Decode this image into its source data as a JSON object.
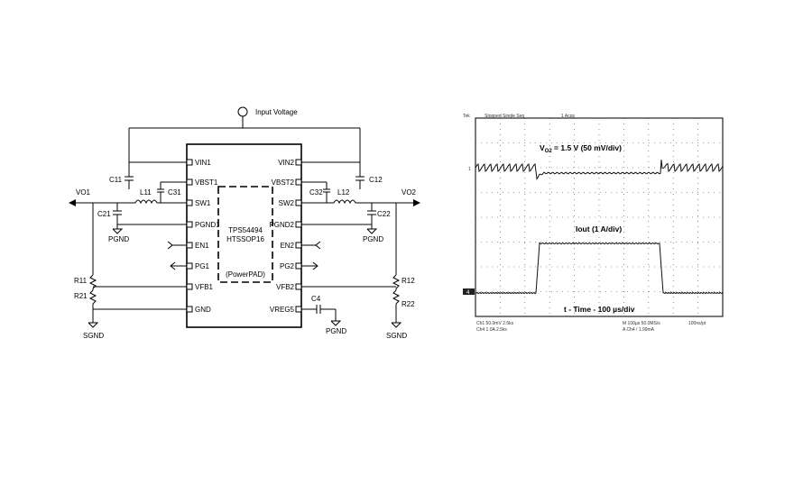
{
  "schematic": {
    "ic_part": "TPS54494",
    "ic_package": "HTSSOP16",
    "powerpad": "(PowerPAD)",
    "input_voltage": "Input Voltage",
    "left_pins": [
      "VIN1",
      "VBST1",
      "SW1",
      "PGND1",
      "EN1",
      "PG1",
      "VFB1",
      "GND"
    ],
    "right_pins": [
      "VIN2",
      "VBST2",
      "SW2",
      "PGND2",
      "EN2",
      "PG2",
      "VFB2",
      "VREG5"
    ],
    "components": {
      "c11": "C11",
      "c21": "C21",
      "c31": "C31",
      "l11": "L11",
      "c12": "C12",
      "c22": "C22",
      "c32": "C32",
      "l12": "L12",
      "r11": "R11",
      "r21": "R21",
      "r12": "R12",
      "r22": "R22",
      "c4": "C4"
    },
    "nets": {
      "vo1": "VO1",
      "vo2": "VO2",
      "pgnd": "PGND",
      "sgnd": "SGND"
    }
  },
  "scope": {
    "top_status": [
      "Tek",
      "Stopped Single Seq",
      "1 Acqs"
    ],
    "trace1_label": "V",
    "trace1_sub": "O2",
    "trace1_rest": " = 1.5 V  (50 mV/div)",
    "trace2_label": "Iout (1 A/div)",
    "time_label": "t - Time - 100 µs/div",
    "ch1_marker": "1",
    "ch4_marker": "4",
    "bottom_status": [
      "Ch1  50.0mV  2.5ks",
      "Ch4  1.0A  2.5ks",
      "M 100µs 50.0MS/s",
      "A Ch4 / 1.99mA",
      "100ns/pt"
    ],
    "colors": {
      "trace": "#111111",
      "grid": "#444444"
    }
  }
}
